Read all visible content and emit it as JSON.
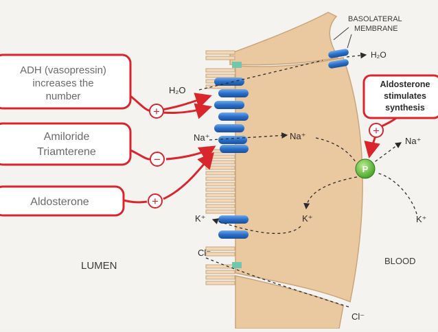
{
  "labels": {
    "basolateral_line1": "BASOLATERAL",
    "basolateral_line2": "MEMBRANE",
    "h2o_lumen": "H₂O",
    "h2o_blood": "H₂O",
    "na_lumen": "Na⁺",
    "na_cell": "Na⁺",
    "na_blood": "Na⁺",
    "k_lumen": "K⁺",
    "k_cell": "K⁺",
    "k_blood": "K⁺",
    "cl_lumen": "Cl⁻",
    "cl_blood": "Cl⁻",
    "pump": "P",
    "lumen": "LUMEN",
    "blood": "BLOOD"
  },
  "boxes": {
    "adh": {
      "line1": "ADH (vasopressin)",
      "line2": "increases the",
      "line3": "number"
    },
    "amiloride": {
      "line1": "Amiloride",
      "line2": "Triamterene"
    },
    "aldosterone_left": {
      "line1": "Aldosterone"
    },
    "aldosterone_right": {
      "line1": "Aldosterone",
      "line2": "stimulates",
      "line3": "synthesis"
    }
  },
  "signs": {
    "plus": "+",
    "minus": "−"
  },
  "colors": {
    "red": "#d8262c",
    "cell": "#eac8a0",
    "cell_edge": "#c9a57c",
    "channel": "#2a6fc9",
    "pump": "#5fbf3b",
    "junction": "#6fc7b0"
  }
}
